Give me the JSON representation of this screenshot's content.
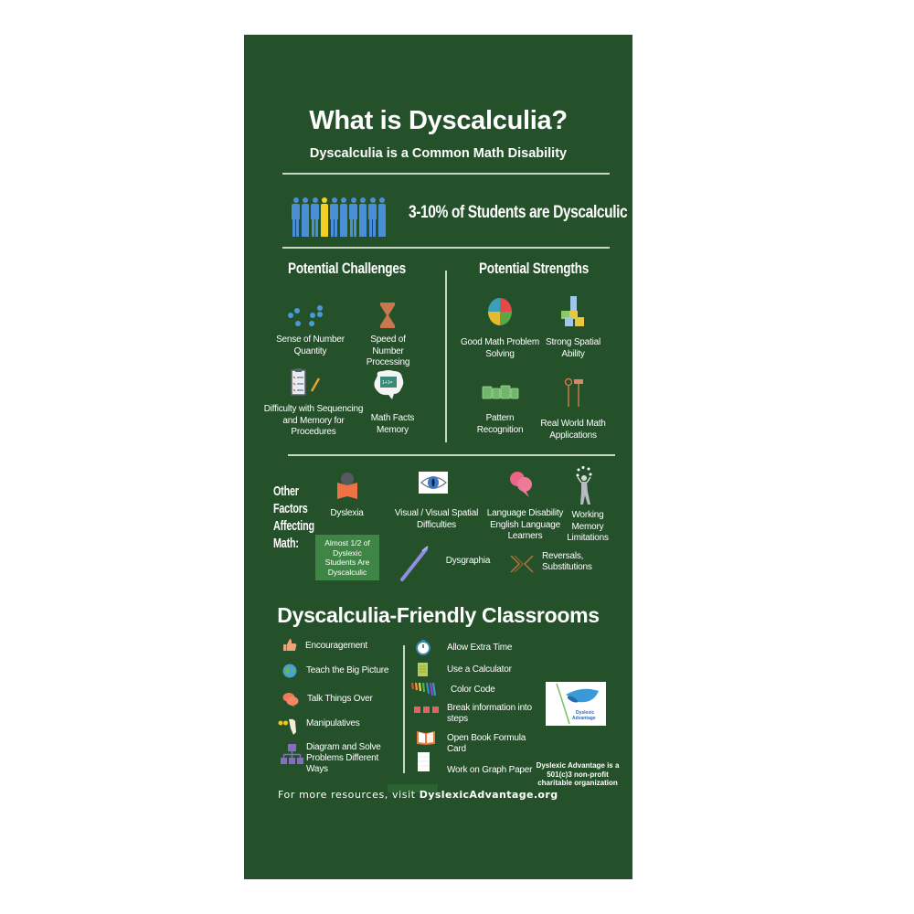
{
  "header": {
    "title": "What is Dyscalculia?",
    "subtitle": "Dyscalculia is a Common Math Disability"
  },
  "statistic": {
    "text": "3-10% of Students are Dyscalculic",
    "people_count": 10,
    "highlighted_index": 3,
    "person_color": "#4a8fd6",
    "highlight_color": "#f2d024"
  },
  "challenges": {
    "heading": "Potential Challenges",
    "items": [
      {
        "icon": "dots-icon",
        "label": "Sense of Number Quantity"
      },
      {
        "icon": "hourglass-icon",
        "label": "Speed of Number Processing"
      },
      {
        "icon": "clipboard-pencil-icon",
        "label": "Difficulty with Sequencing and Memory for Procedures"
      },
      {
        "icon": "brain-chalkboard-icon",
        "label": "Math Facts Memory"
      }
    ]
  },
  "strengths": {
    "heading": "Potential Strengths",
    "items": [
      {
        "icon": "puzzle-icon",
        "label": "Good Math Problem Solving"
      },
      {
        "icon": "blocks-icon",
        "label": "Strong Spatial Ability"
      },
      {
        "icon": "pattern-blocks-icon",
        "label": "Pattern Recognition"
      },
      {
        "icon": "tools-icon",
        "label": "Real World Math Applications"
      }
    ]
  },
  "other_factors": {
    "heading_lines": [
      "Other",
      "Factors",
      "Affecting",
      "Math:"
    ],
    "items": [
      {
        "icon": "reader-icon",
        "label": "Dyslexia"
      },
      {
        "icon": "eye-icon",
        "label": "Visual / Visual Spatial Difficulties"
      },
      {
        "icon": "speech-bubbles-icon",
        "label": "Language Disability English Language Learners"
      },
      {
        "icon": "juggler-icon",
        "label": "Working Memory Limitations"
      },
      {
        "icon": "pen-icon",
        "label": "Dysgraphia"
      },
      {
        "icon": "reversal-arrows-icon",
        "label": "Reversals, Substitutions"
      }
    ],
    "note": "Almost 1/2 of Dyslexic Students Are Dyscalculic"
  },
  "classrooms": {
    "heading": "Dyscalculia-Friendly Classrooms",
    "left": [
      {
        "icon": "thumbs-up-icon",
        "label": "Encouragement"
      },
      {
        "icon": "globe-icon",
        "label": "Teach the Big Picture"
      },
      {
        "icon": "chat-icon",
        "label": "Talk Things Over"
      },
      {
        "icon": "hand-counters-icon",
        "label": "Manipulatives"
      },
      {
        "icon": "diagram-icon",
        "label": "Diagram and Solve Problems Different Ways"
      }
    ],
    "right": [
      {
        "icon": "clock-icon",
        "label": "Allow Extra Time"
      },
      {
        "icon": "calculator-icon",
        "label": "Use a Calculator"
      },
      {
        "icon": "color-pencils-icon",
        "label": "Color Code"
      },
      {
        "icon": "steps-icon",
        "label": "Break information into steps"
      },
      {
        "icon": "open-book-icon",
        "label": "Open Book Formula Card"
      },
      {
        "icon": "graph-paper-icon",
        "label": "Work on Graph Paper"
      }
    ]
  },
  "logo": {
    "line1": "Dyslexic",
    "line2": "Advantage"
  },
  "org_note": "Dyslexic Advantage is a 501(c)3 non-profit charitable organization",
  "footer": {
    "prefix": "For more resources, visit ",
    "link": "DyslexicAdvantage.org"
  },
  "colors": {
    "background": "#24502a",
    "divider": "#c9d8c4",
    "note_box": "#3f8545"
  }
}
